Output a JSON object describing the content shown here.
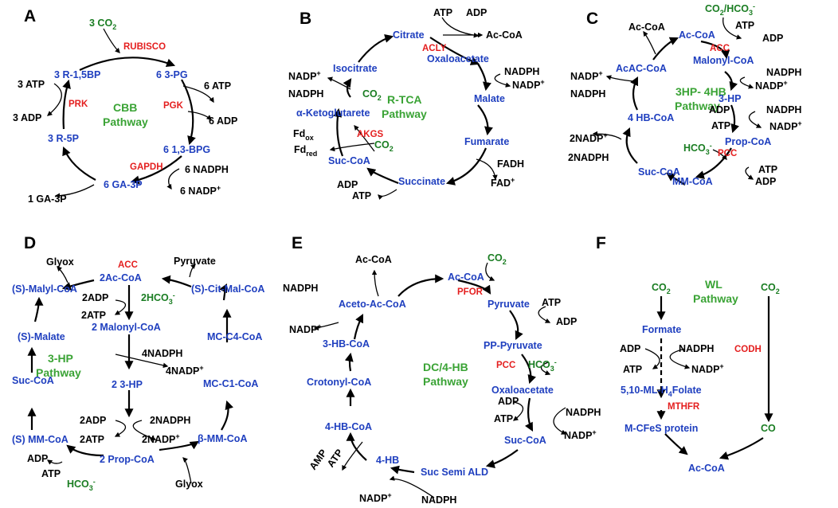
{
  "panels": {
    "A": {
      "letter": "A",
      "pathway": [
        "CBB",
        "Pathway"
      ],
      "metabolites": [
        "R-1,5BP",
        "3-PG",
        "1,3-BPG",
        "GA-3P",
        "R-5P"
      ],
      "coeffs": [
        "3",
        "6",
        "6",
        "6",
        "3"
      ],
      "cofactors": [
        "3 CO",
        "6 ATP",
        "6 ADP",
        "6 NADPH",
        "6 NADP",
        "1 GA-3P",
        "3 ATP",
        "3 ADP"
      ],
      "enzymes": [
        "RUBISCO",
        "PGK",
        "GAPDH",
        "PRK"
      ]
    },
    "B": {
      "letter": "B",
      "pathway": [
        "R-TCA",
        "Pathway"
      ],
      "metabolites": [
        "Citrate",
        "Oxaloacetate",
        "Malate",
        "Fumarate",
        "Succinate",
        "Suc-CoA",
        "α-Ketoglutarete",
        "Isocitrate"
      ],
      "cofactors": [
        "ATP",
        "ADP",
        "Ac-CoA",
        "NADPH",
        "NADP",
        "FADH",
        "FAD",
        "ADP",
        "ATP",
        "CO",
        "Fd",
        "Fd",
        "CO",
        "NADP",
        "NADPH"
      ],
      "subs": [
        "ox",
        "red"
      ],
      "enzymes": [
        "ACLY",
        "AKGS"
      ]
    },
    "C": {
      "letter": "C",
      "pathway": [
        "3HP- 4HB",
        "Pathway"
      ],
      "metabolites": [
        "Ac-CoA",
        "Malonyl-CoA",
        "3-HP",
        "Prop-CoA",
        "MM-CoA",
        "Suc-CoA",
        "4 HB-CoA",
        "AcAC-CoA"
      ],
      "cofactors": [
        "Ac-CoA",
        "CO",
        "/HCO",
        "ATP",
        "ADP",
        "NADPH",
        "NADP",
        "ADP",
        "ATP",
        "NADPH",
        "NADP",
        "HCO",
        "ATP",
        "ADP",
        "2NADP",
        "2NADPH",
        "NADP",
        "NADPH"
      ],
      "enzymes": [
        "ACC",
        "PCC"
      ]
    },
    "D": {
      "letter": "D",
      "pathway": [
        "3-HP",
        "Pathway"
      ],
      "metabolites": [
        "2Ac-CoA",
        "2 Malonyl-CoA",
        "2 3-HP",
        "2 Prop-CoA",
        "β-MM-CoA",
        "MC-C1-CoA",
        "MC-C4-CoA",
        "(S)-Cit-Mal-CoA",
        "(S)-Malyl-CoA",
        "(S)-Malate",
        "Suc-CoA",
        "(S) MM-CoA"
      ],
      "cofactors": [
        "Glyox",
        "Pyruvate",
        "2ADP",
        "2ATP",
        "2HCO",
        "4NADPH",
        "4NADP",
        "2ADP",
        "2ATP",
        "2NADPH",
        "2NADP",
        "ADP",
        "ATP",
        "HCO",
        "Glyox"
      ],
      "enzymes": [
        "ACC"
      ]
    },
    "E": {
      "letter": "E",
      "pathway": [
        "DC/4-HB",
        "Pathway"
      ],
      "metabolites": [
        "Ac-CoA",
        "Pyruvate",
        "PP-Pyruvate",
        "Oxaloacetate",
        "Suc-CoA",
        "Suc Semi ALD",
        "4-HB",
        "4-HB-CoA",
        "Crotonyl-CoA",
        "3-HB-CoA",
        "Aceto-Ac-CoA"
      ],
      "cofactors": [
        "Ac-CoA",
        "CO",
        "ATP",
        "ADP",
        "HCO",
        "ADP",
        "ATP",
        "NADPH",
        "NADP",
        "NADP",
        "NADPH",
        "AMP",
        "ATP",
        "NADPH",
        "NADP"
      ],
      "enzymes": [
        "PFOR",
        "PCC"
      ]
    },
    "F": {
      "letter": "F",
      "pathway": [
        "WL",
        "Pathway"
      ],
      "metabolites": [
        "Formate",
        "5,10-ML-H",
        "Folate",
        "M-CFeS protein",
        "Ac-CoA"
      ],
      "cofactors": [
        "CO",
        "CO",
        "ADP",
        "ATP",
        "NADPH",
        "NADP",
        "CO"
      ],
      "enzymes": [
        "CODH",
        "MTHFR"
      ]
    }
  },
  "glyphs": {
    "sub2": "2",
    "sub3": "3",
    "sub4": "4",
    "sup_plus": "+",
    "sup_minus": "-"
  },
  "colors": {
    "metabolite": "#1f3fbf",
    "enzyme": "#e41e1e",
    "carbon": "#1a7d22",
    "pathway": "#3aa335",
    "cofactor": "#000000"
  }
}
